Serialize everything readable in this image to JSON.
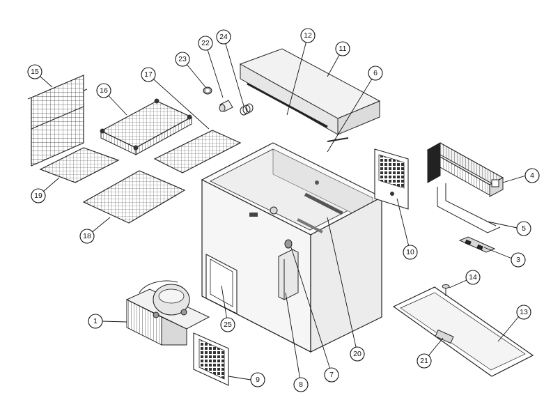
{
  "diagram": {
    "type": "exploded-parts-view",
    "callouts": [
      {
        "id": "c1",
        "label": "1"
      },
      {
        "id": "c3",
        "label": "3"
      },
      {
        "id": "c4",
        "label": "4"
      },
      {
        "id": "c5",
        "label": "5"
      },
      {
        "id": "c6",
        "label": "6"
      },
      {
        "id": "c7",
        "label": "7"
      },
      {
        "id": "c8",
        "label": "8"
      },
      {
        "id": "c9",
        "label": "9"
      },
      {
        "id": "c10",
        "label": "10"
      },
      {
        "id": "c11",
        "label": "11"
      },
      {
        "id": "c12",
        "label": "12"
      },
      {
        "id": "c13",
        "label": "13"
      },
      {
        "id": "c14",
        "label": "14"
      },
      {
        "id": "c15",
        "label": "15"
      },
      {
        "id": "c16",
        "label": "16"
      },
      {
        "id": "c17",
        "label": "17"
      },
      {
        "id": "c18",
        "label": "18"
      },
      {
        "id": "c19",
        "label": "19"
      },
      {
        "id": "c20",
        "label": "20"
      },
      {
        "id": "c21",
        "label": "21"
      },
      {
        "id": "c22",
        "label": "22"
      },
      {
        "id": "c23",
        "label": "23"
      },
      {
        "id": "c24",
        "label": "24"
      },
      {
        "id": "c25",
        "label": "25"
      }
    ]
  }
}
